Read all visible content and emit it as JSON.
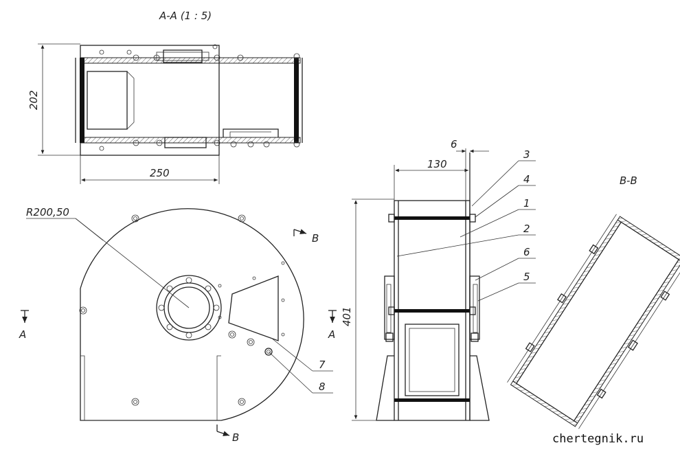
{
  "title_section_aa": "A-A  (1 : 5)",
  "title_section_bb": "B-B",
  "dimensions": {
    "height_202": "202",
    "width_250": "250",
    "radius": "R200,50",
    "width_130": "130",
    "gap_6": "6",
    "height_401": "401"
  },
  "section_marks": {
    "a_left": "A",
    "a_right": "A",
    "b_top": "B",
    "b_bottom": "B"
  },
  "callouts": [
    "3",
    "4",
    "1",
    "2",
    "6",
    "5",
    "7",
    "8"
  ],
  "watermark": "chertegnik.ru"
}
